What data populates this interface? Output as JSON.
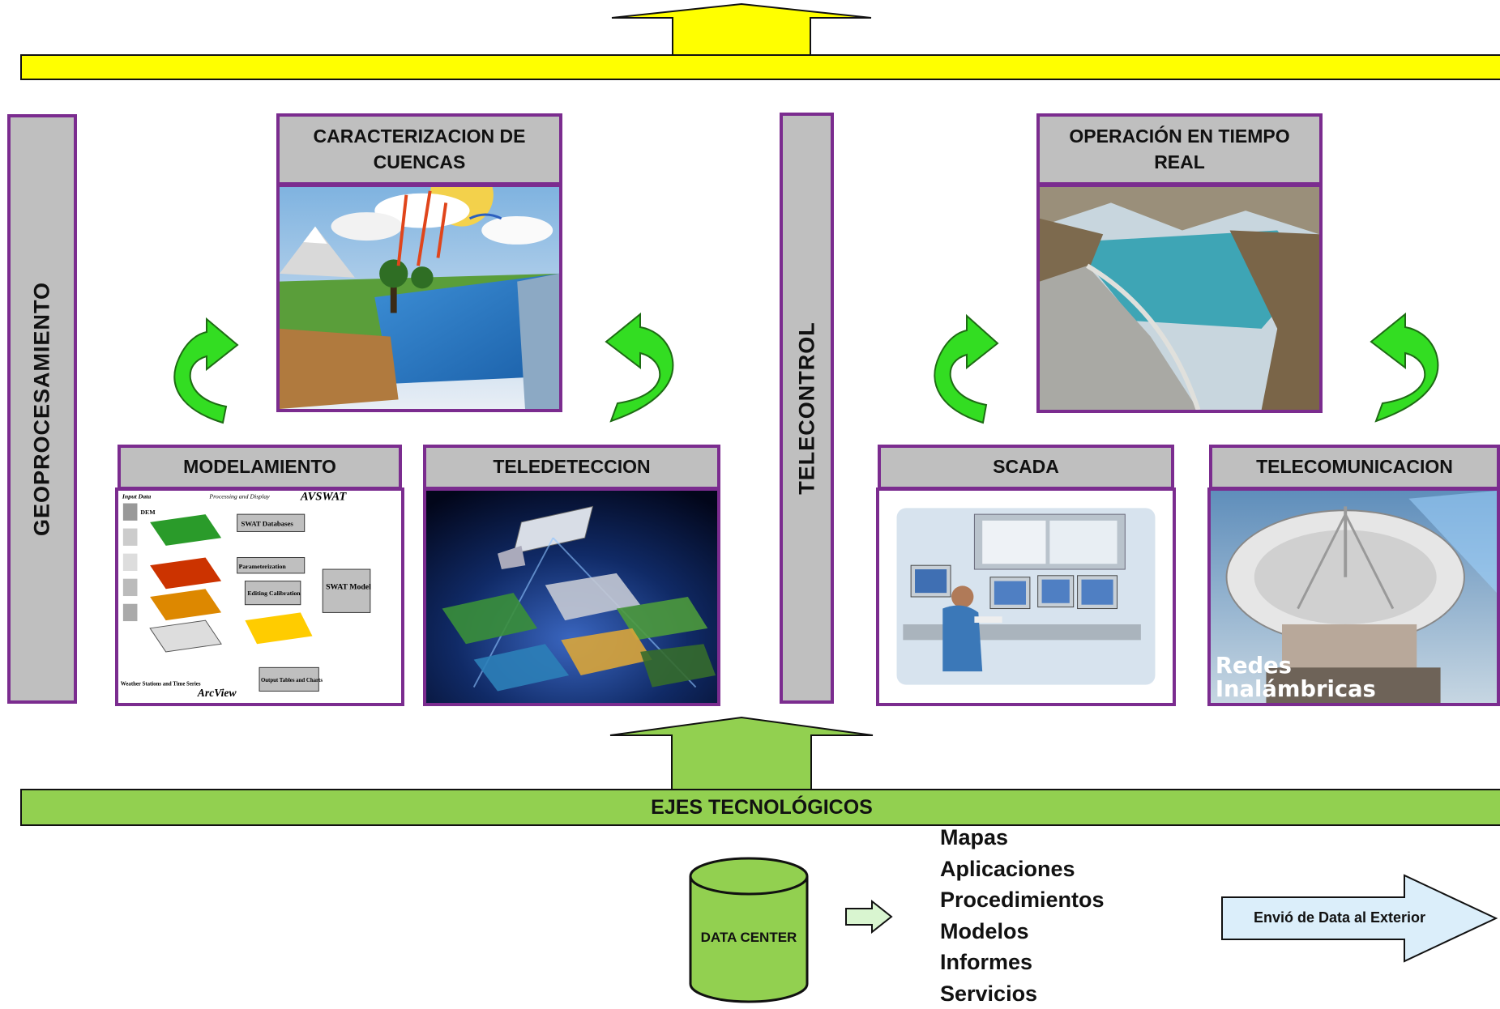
{
  "top_bar": {
    "color": "#ffff00"
  },
  "bottom_bar": {
    "label": "EJES TECNOLÓGICOS",
    "color": "#92d050"
  },
  "columns": {
    "left": {
      "label": "GEOPROCESAMIENTO"
    },
    "center": {
      "label": "TELECONTROL"
    }
  },
  "cards": {
    "caracterizacion": {
      "title": "CARACTERIZACION DE CUENCAS"
    },
    "modelamiento": {
      "title": "MODELAMIENTO",
      "image_texts": {
        "input_data": "Input Data",
        "processing": "Processing and Display",
        "avswat": "AVSWAT",
        "dem": "DEM",
        "swat_databases": "SWAT Databases",
        "parameterization": "Parameterization",
        "editing_calibration": "Editing Calibration",
        "swat_model": "SWAT Model",
        "output_tables": "Output Tables and Charts",
        "arcview": "ArcView",
        "weather": "Weather Stations and Time Series"
      }
    },
    "teledeteccion": {
      "title": "TELEDETECCION"
    },
    "operacion": {
      "title": "OPERACIÓN EN TIEMPO REAL"
    },
    "scada": {
      "title": "SCADA"
    },
    "telecomunicacion": {
      "title": "TELECOMUNICACION",
      "overlay_text": "Redes Inalámbricas"
    }
  },
  "data_center": {
    "label": "DATA CENTER",
    "color": "#92d050"
  },
  "outputs": [
    "Mapas",
    "Aplicaciones",
    "Procedimientos",
    "Modelos",
    "Informes",
    "Servicios"
  ],
  "export_arrow": {
    "label": "Envió de Data al Exterior",
    "color": "#dbeefa"
  },
  "icons": [
    "up-arrow-icon",
    "cycle-arrow-icon",
    "right-arrow-icon",
    "cylinder-icon"
  ]
}
